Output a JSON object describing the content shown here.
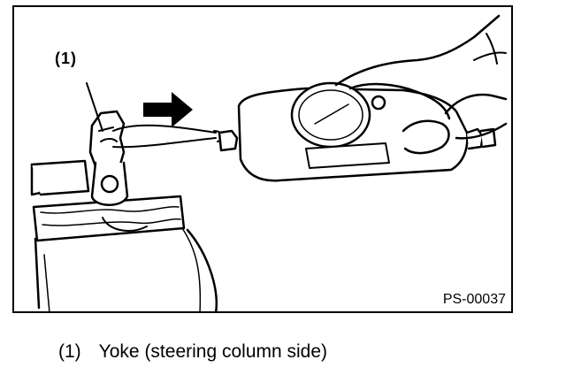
{
  "figure": {
    "callout": "(1)",
    "code": "PS-00037"
  },
  "legend": {
    "items": [
      {
        "number": "(1)",
        "text": "Yoke (steering column side)"
      }
    ]
  }
}
